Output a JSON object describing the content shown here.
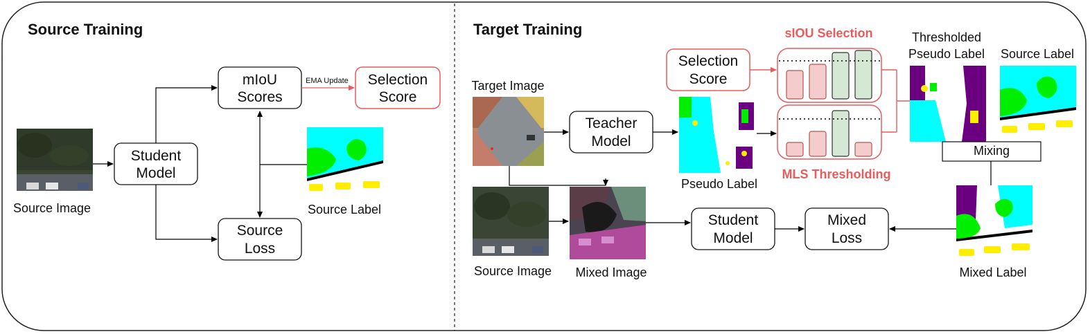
{
  "source_panel": {
    "title": "Source Training",
    "source_image_caption": "Source Image",
    "student_model": [
      "Student",
      "Model"
    ],
    "miou_scores": [
      "mIoU",
      "Scores"
    ],
    "ema_update": "EMA Update",
    "selection_score": [
      "Selection",
      "Score"
    ],
    "source_label_caption": "Source Label",
    "source_loss": [
      "Source",
      "Loss"
    ]
  },
  "target_panel": {
    "title": "Target Training",
    "target_image_caption": "Target Image",
    "teacher_model": [
      "Teacher",
      "Model"
    ],
    "selection_score": [
      "Selection",
      "Score"
    ],
    "siou_selection": "sIOU Selection",
    "mls_thresholding": "MLS Thresholding",
    "pseudo_label_caption": "Pseudo Label",
    "thresholded_pseudo_label": [
      "Thresholded",
      "Pseudo Label"
    ],
    "source_label_caption": "Source Label",
    "mixing": "Mixing",
    "source_image_caption": "Source Image",
    "mixed_image_caption": "Mixed Image",
    "student_model": [
      "Student",
      "Model"
    ],
    "mixed_loss": [
      "Mixed",
      "Loss"
    ],
    "mixed_label_caption": "Mixed Label"
  },
  "colors": {
    "accent_red": "#e85c5c",
    "bar_red": "#f4cccc",
    "bar_green": "#d5e8d4",
    "label_cyan": "#00ffff",
    "label_green": "#00ee00",
    "label_yellow": "#ffee00",
    "label_purple": "#6a0080"
  }
}
